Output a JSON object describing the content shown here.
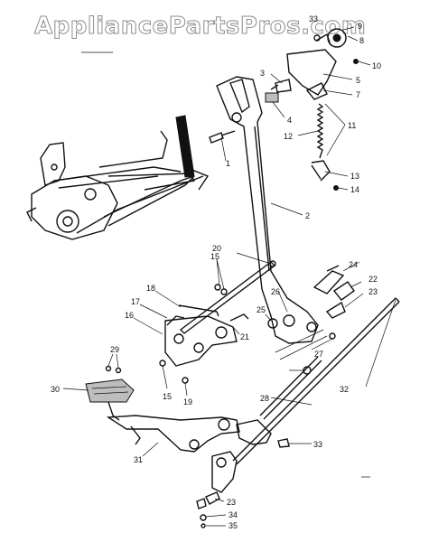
{
  "watermark": "AppliancePartsPros.com",
  "callouts": [
    "1",
    "2",
    "3",
    "4",
    "5",
    "7",
    "8",
    "9",
    "10",
    "11",
    "12",
    "13",
    "14",
    "15",
    "15",
    "16",
    "17",
    "18",
    "19",
    "20",
    "21",
    "22",
    "23",
    "23",
    "24",
    "25",
    "26",
    "27",
    "28",
    "29",
    "30",
    "31",
    "32",
    "33",
    "33",
    "34",
    "35"
  ]
}
